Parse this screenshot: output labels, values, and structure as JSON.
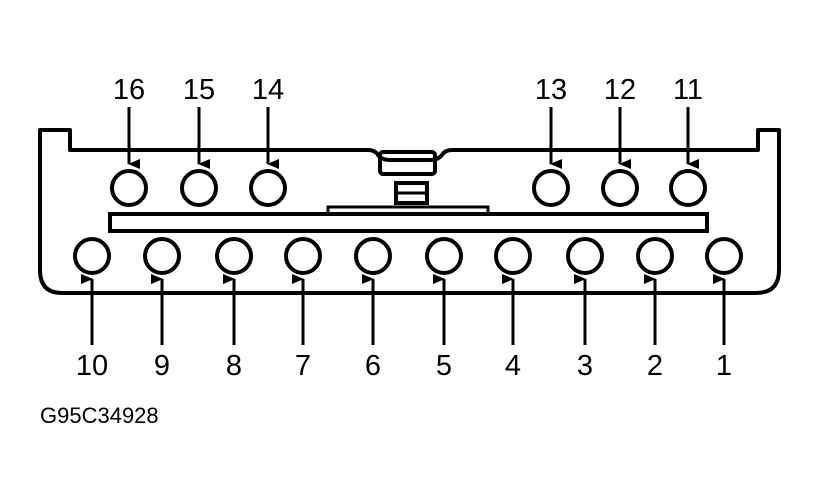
{
  "diagram": {
    "top_pins": [
      "16",
      "15",
      "14",
      "13",
      "12",
      "11"
    ],
    "bottom_pins": [
      "10",
      "9",
      "8",
      "7",
      "6",
      "5",
      "4",
      "3",
      "2",
      "1"
    ],
    "figure_code": "G95C34928"
  }
}
